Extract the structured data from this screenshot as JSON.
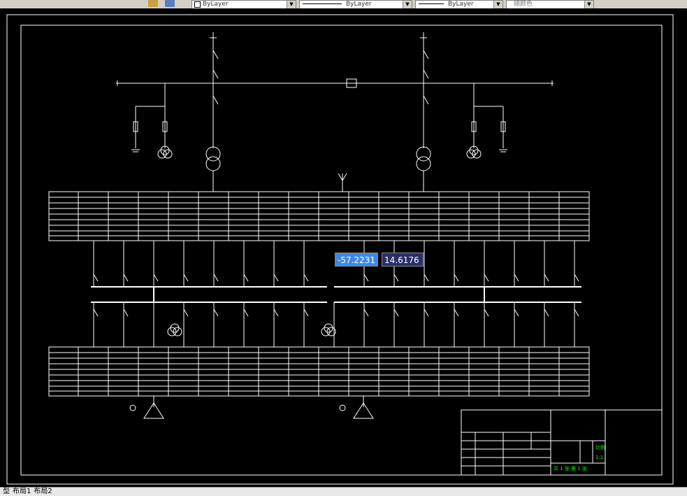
{
  "toolbar": {
    "color_control": "ByLayer",
    "linetype_control": "ByLayer",
    "lineweight_control": "ByLayer",
    "plotstyle_control": "随颜色"
  },
  "coordinate_input": {
    "x": "-57.2231",
    "y": "14.6176"
  },
  "layout_tabs": [
    "型",
    "布局1",
    "布局2"
  ],
  "colors": {
    "background": "#000000",
    "lines": "#ffffff",
    "title_block_text": "#00ff00",
    "highlight": "#3d8ae6"
  },
  "title_block": {
    "scale_label": "比例",
    "scale_value": "1:1",
    "sheet_text": "共 1 张   第 1 张"
  }
}
